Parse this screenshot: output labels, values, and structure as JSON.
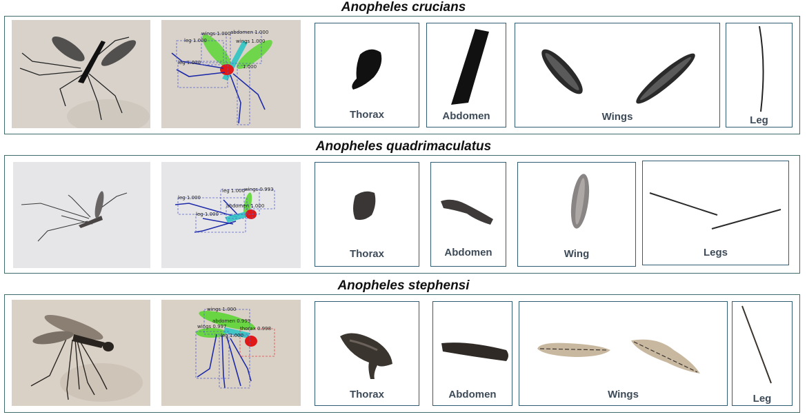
{
  "rows": [
    {
      "species": "Anopheles crucians",
      "detections": [
        "wings 1.000",
        "abdomen 1.000",
        "wings 1.000",
        "leg 1.000",
        "leg 1.000",
        "1.000"
      ],
      "parts": [
        "Thorax",
        "Abdomen",
        "Wings",
        "Leg"
      ]
    },
    {
      "species": "Anopheles quadrimaculatus",
      "detections": [
        "leg 1.000",
        "leg 1.000",
        "leg 1.000",
        "abdomen 1.000",
        "wings 0.993"
      ],
      "parts": [
        "Thorax",
        "Abdomen",
        "Wing",
        "Legs"
      ]
    },
    {
      "species": "Anopheles stephensi",
      "detections": [
        "wings 1.000",
        "abdomen 0.999",
        "wings 0.997",
        "thorax 0.998",
        "leg 1.000"
      ],
      "parts": [
        "Thorax",
        "Abdomen",
        "Wings",
        "Leg"
      ]
    }
  ],
  "colors": {
    "frame": "#3f6a6a",
    "box": "#2f5b73",
    "label": "#3d4a57",
    "wing_mask": "#55d62a",
    "abdomen_mask": "#2ec4c4",
    "thorax_mask": "#e01818",
    "leg_mask": "#1d2aa8",
    "bbox": "#5560c8"
  }
}
